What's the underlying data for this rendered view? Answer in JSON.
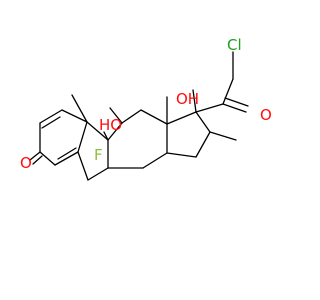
{
  "molecule": {
    "labels": {
      "chlorine": "Cl",
      "oxygen_ketone_side": "O",
      "hydroxyl_c17": "OH",
      "hydroxyl_c11": "HO",
      "fluorine": "F",
      "oxygen_c3": "O"
    },
    "colors": {
      "bond": "#000000",
      "chlorine": "#1fa01f",
      "oxygen": "#ff0d0d",
      "fluorine": "#8fbf3f",
      "background": "#ffffff"
    }
  }
}
